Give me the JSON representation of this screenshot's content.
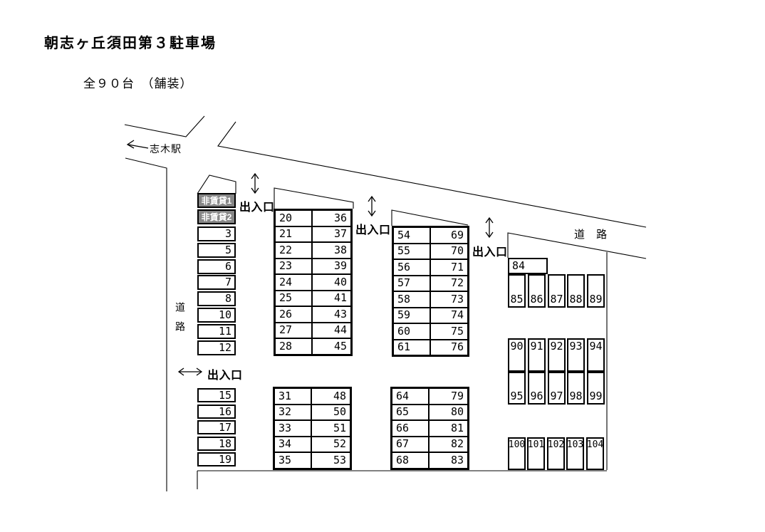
{
  "title": "朝志ヶ丘須田第３駐車場",
  "subtitle": "全９０台　（舗装）",
  "total_spaces": 90,
  "labels": {
    "station": "志木駅",
    "road_vertical": "道路",
    "road_right": "道 路",
    "entrance": "出入口"
  },
  "colors": {
    "line": "#000000",
    "background": "#ffffff",
    "reserved_bg": "#878787",
    "reserved_text": "#ffffff"
  },
  "lot": {
    "reserved": [
      "非賃貸1",
      "非賃貸2"
    ],
    "col_left_top": [
      "3",
      "5",
      "6",
      "7",
      "8",
      "10",
      "11",
      "12"
    ],
    "col_left_bottom": [
      "15",
      "16",
      "17",
      "18",
      "19"
    ],
    "block1_left": [
      "20",
      "21",
      "22",
      "23",
      "24",
      "25",
      "26",
      "27",
      "28"
    ],
    "block1_right": [
      "36",
      "37",
      "38",
      "39",
      "40",
      "41",
      "43",
      "44",
      "45"
    ],
    "block2_left": [
      "54",
      "55",
      "56",
      "57",
      "58",
      "59",
      "60",
      "61"
    ],
    "block2_right": [
      "69",
      "70",
      "71",
      "72",
      "73",
      "74",
      "75",
      "76"
    ],
    "block3_left": [
      "31",
      "32",
      "33",
      "34",
      "35"
    ],
    "block3_right": [
      "48",
      "50",
      "51",
      "52",
      "53"
    ],
    "block4_left": [
      "64",
      "65",
      "66",
      "67",
      "68"
    ],
    "block4_right": [
      "79",
      "80",
      "81",
      "82",
      "83"
    ],
    "row_84": [
      "84"
    ],
    "row_85_89": [
      "85",
      "86",
      "87",
      "88",
      "89"
    ],
    "row_90_94": [
      "90",
      "91",
      "92",
      "93",
      "94"
    ],
    "row_95_99": [
      "95",
      "96",
      "97",
      "98",
      "99"
    ],
    "row_100_104": [
      "100",
      "101",
      "102",
      "103",
      "104"
    ]
  }
}
